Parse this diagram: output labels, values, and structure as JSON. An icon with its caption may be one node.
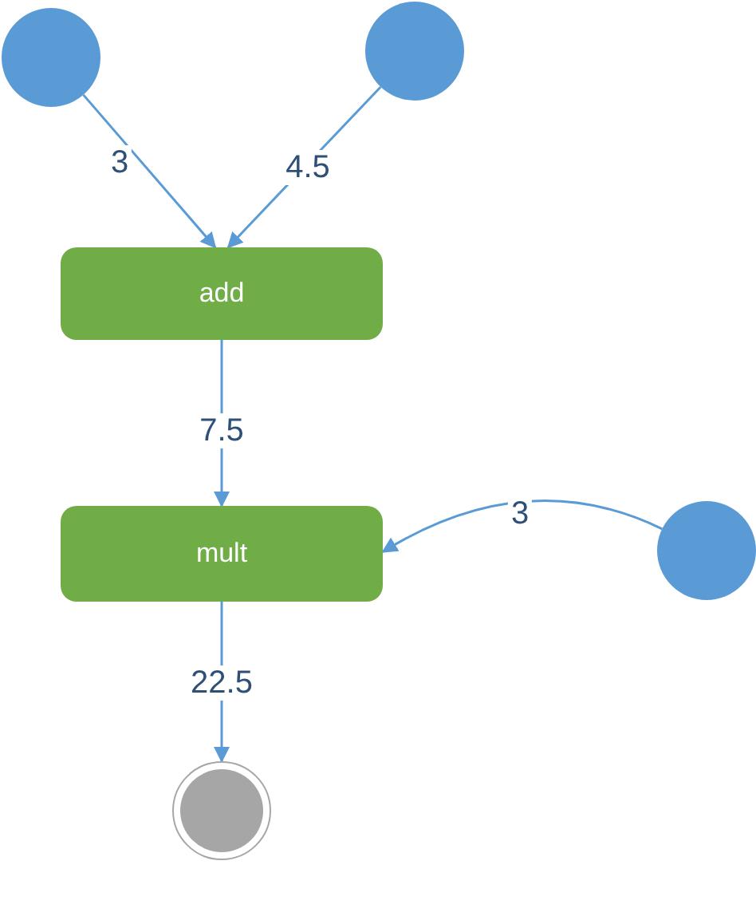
{
  "diagram": {
    "nodes": [
      {
        "text": [],
        "shape": "circle"
      },
      {
        "text": [],
        "shape": "circle"
      },
      {
        "text": [
          "add"
        ]
      },
      {
        "text": [
          "mult"
        ]
      },
      {
        "text": [],
        "shape": "circle"
      },
      {
        "text": [],
        "shape": "circle"
      }
    ],
    "edges": [
      {
        "from": 0,
        "to": 2,
        "arrow": "to",
        "label": "3"
      },
      {
        "from": 1,
        "to": 2,
        "arrow": "to",
        "label": "4.5"
      },
      {
        "from": 2,
        "to": 3,
        "arrow": "to",
        "label": "7.5"
      },
      {
        "from": 4,
        "to": 3,
        "arrow": "to",
        "label": "3"
      },
      {
        "from": 3,
        "to": 5,
        "arrow": "to",
        "label": "22.5"
      }
    ]
  }
}
